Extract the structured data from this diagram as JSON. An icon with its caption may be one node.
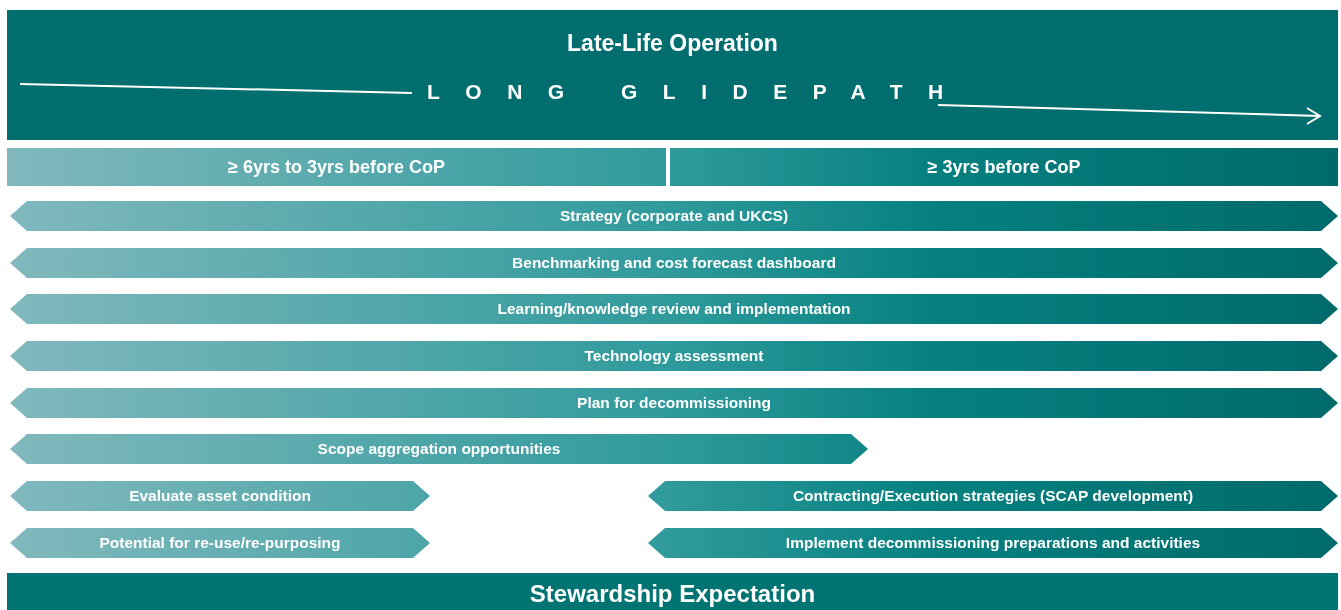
{
  "diagram": {
    "nodes": [
      {
        "text": [
          "Late-Life Operation",
          "LONG GLIDEPATH"
        ]
      },
      {
        "text": [
          "≥ 6yrs to 3yrs before CoP"
        ]
      },
      {
        "text": [
          "≥ 3yrs before CoP"
        ]
      },
      {
        "text": [
          "Strategy (corporate and UKCS)"
        ]
      },
      {
        "text": [
          "Benchmarking and cost forecast dashboard"
        ]
      },
      {
        "text": [
          "Learning/knowledge review and implementation"
        ]
      },
      {
        "text": [
          "Technology assessment"
        ]
      },
      {
        "text": [
          "Plan for decommissioning"
        ]
      },
      {
        "text": [
          "Scope aggregation opportunities"
        ]
      },
      {
        "text": [
          "Evaluate asset condition"
        ]
      },
      {
        "text": [
          "Contracting/Execution strategies (SCAP development)"
        ]
      },
      {
        "text": [
          "Potential for re-use/re-purposing"
        ]
      },
      {
        "text": [
          "Implement decommissioning preparations and activities"
        ]
      },
      {
        "text": [
          "Stewardship Expectation"
        ]
      }
    ]
  }
}
